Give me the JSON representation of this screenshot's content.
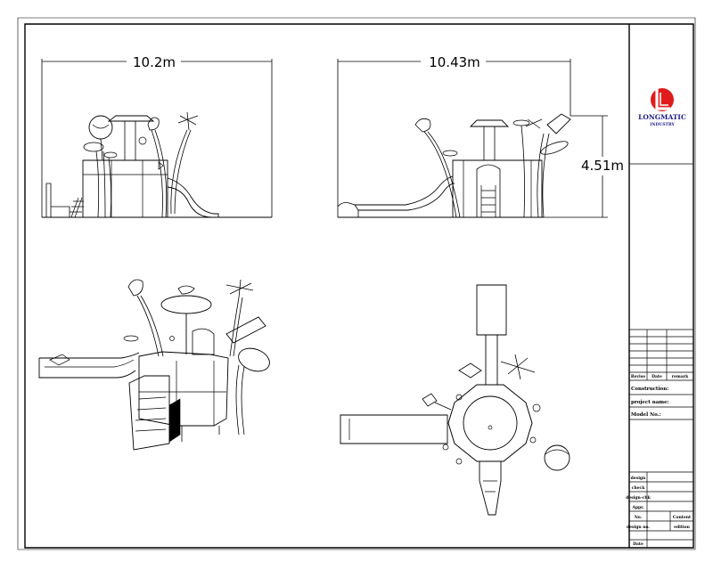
{
  "dimensions": {
    "front_width": "10.2m",
    "side_width": "10.43m",
    "height": "4.51m"
  },
  "logo": {
    "brand": "LONGMATIC",
    "tagline": "INDUSTRY",
    "colors": {
      "red": "#e01b1b",
      "navy": "#1a1a8c"
    }
  },
  "title_block": {
    "revision_headers": [
      "Revise",
      "Date",
      "remark"
    ],
    "construction_label": "Construction:",
    "project_label": "project name:",
    "model_label": "Model No.:",
    "fields": {
      "design": "design",
      "check": "check",
      "design_check": "design-chk",
      "approve": "Appr.",
      "no": "No.",
      "content": "Content",
      "design_no": "design no.",
      "edition": "edition",
      "date": "Date"
    }
  }
}
